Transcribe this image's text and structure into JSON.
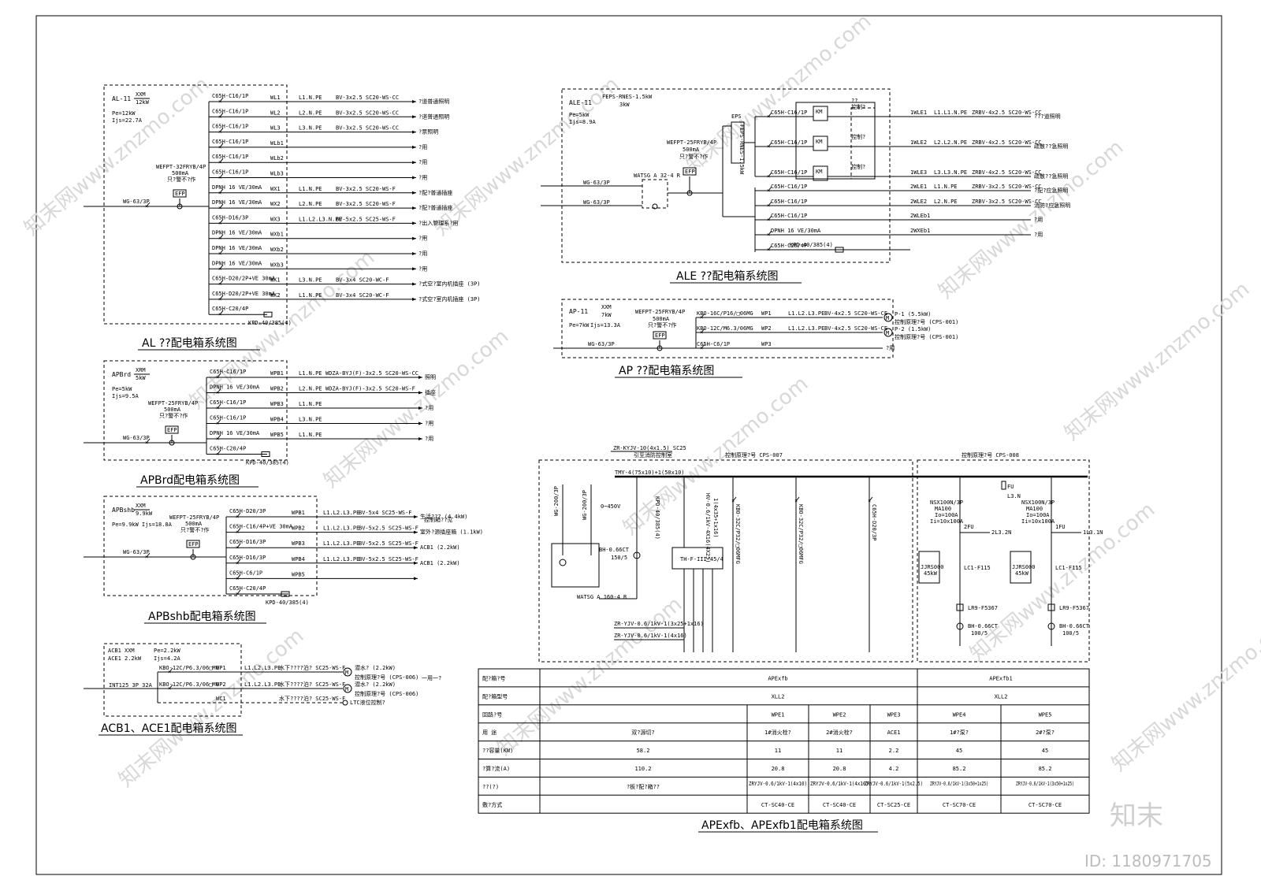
{
  "al": {
    "name": "AL-11",
    "cab": "XXM",
    "cab_p": "12kW",
    "pe": "Pe=12kW",
    "ijs": "Ijs=22.7A",
    "main_sw": "WG-63/3P",
    "rcd1": "WEFPT-32FRYB/4P",
    "rcd2": "500mA",
    "rcd3": "只?警不?作",
    "efp": "EFP",
    "rows": [
      {
        "brk": "C65H-C16/1P",
        "id": "WL1",
        "ph": "L1.N.PE",
        "cab": "BV-3x2.5  SC20-WS-CC",
        "use": "?道普通照明"
      },
      {
        "brk": "C65H-C16/1P",
        "id": "WL2",
        "ph": "L2.N.PE",
        "cab": "BV-3x2.5  SC20-WS-CC",
        "use": "?道普通照明"
      },
      {
        "brk": "C65H-C16/1P",
        "id": "WL3",
        "ph": "L3.N.PE",
        "cab": "BV-3x2.5  SC20-WS-CC",
        "use": "?票照明"
      },
      {
        "brk": "C65H-C16/1P",
        "id": "WLb1",
        "ph": "",
        "cab": "",
        "use": "?用"
      },
      {
        "brk": "C65H-C16/1P",
        "id": "WLb2",
        "ph": "",
        "cab": "",
        "use": "?用"
      },
      {
        "brk": "C65H-C16/1P",
        "id": "WLb3",
        "ph": "",
        "cab": "",
        "use": "?用"
      },
      {
        "brk": "DPNH 16 VE/30mA",
        "id": "WX1",
        "ph": "L1.N.PE",
        "cab": "BV-3x2.5  SC20-WS-F",
        "use": "?配?普通插座"
      },
      {
        "brk": "DPNH 16 VE/30mA",
        "id": "WX2",
        "ph": "L2.N.PE",
        "cab": "BV-3x2.5  SC20-WS-F",
        "use": "?配?普通插座"
      },
      {
        "brk": "C65H-D16/3P",
        "id": "WX3",
        "ph": "L1.L2.L3.N.PE",
        "cab": "BV-5x2.5  SC25-WS-F",
        "use": "?出入管理系?用"
      },
      {
        "brk": "DPNH 16 VE/30mA",
        "id": "WXb1",
        "ph": "",
        "cab": "",
        "use": "?用"
      },
      {
        "brk": "DPNH 16 VE/30mA",
        "id": "WXb2",
        "ph": "",
        "cab": "",
        "use": "?用"
      },
      {
        "brk": "DPNH 16 VE/30mA",
        "id": "WXb3",
        "ph": "",
        "cab": "",
        "use": "?用"
      },
      {
        "brk": "C65H-D20/2P+VE 30mA",
        "id": "WK1",
        "ph": "L3.N.PE",
        "cab": "BV-3x4  SC20-WC-F",
        "use": "?式空?室内机插座 (3P)"
      },
      {
        "brk": "C65H-D20/2P+VE 30mA",
        "id": "WK2",
        "ph": "L1.N.PE",
        "cab": "BV-3x4  SC20-WC-F",
        "use": "?式空?室内机插座 (3P)"
      },
      {
        "brk": "C65H-C20/4P",
        "id": "",
        "ph": "",
        "cab": "",
        "use": ""
      }
    ],
    "kpd": "KPD-40/385(4)",
    "title": "AL  ??配电箱系统图"
  },
  "apbrd": {
    "name": "APBrd",
    "cab": "XRM",
    "cab_p": "5kW",
    "pe": "Pe=5kW",
    "ijs": "Ijs=9.5A",
    "main_sw": "WG-63/3P",
    "rcd1": "WEFPT-25FRYB/4P",
    "rcd2": "500mA",
    "rcd3": "只?警不?作",
    "efp": "EFP",
    "rows": [
      {
        "brk": "C65H-C16/1P",
        "id": "WPB1",
        "ph": "L1.N.PE",
        "cab": "WDZA-BYJ(F)-3x2.5  SC20-WS-CC",
        "use": "照明"
      },
      {
        "brk": "DPNH 16 VE/30mA",
        "id": "WPB2",
        "ph": "L2.N.PE",
        "cab": "WDZA-BYJ(F)-3x2.5  SC20-WS-F",
        "use": "插座"
      },
      {
        "brk": "C65H-C16/1P",
        "id": "WPB3",
        "ph": "L1.N.PE",
        "cab": "",
        "use": "?用"
      },
      {
        "brk": "C65H-C16/1P",
        "id": "WPB4",
        "ph": "L3.N.PE",
        "cab": "",
        "use": "?用"
      },
      {
        "brk": "DPNH 16 VE/30mA",
        "id": "WPB5",
        "ph": "L1.N.PE",
        "cab": "",
        "use": "?用"
      },
      {
        "brk": "C65H-C20/4P",
        "id": "",
        "ph": "",
        "cab": "",
        "use": ""
      }
    ],
    "kpd": "KPD-40/385(4)",
    "title": "APBrd配电箱系统图"
  },
  "apbshb": {
    "name": "APBshb",
    "cab": "XXM",
    "cab_p": "9.9kW",
    "pe": "Pe=9.9kW  Ijs=18.8A",
    "main_sw": "WG-63/3P",
    "rcd1": "WEFPT-25FRYB/4P",
    "rcd2": "500mA",
    "rcd3": "只?警不?作",
    "efp": "EFP",
    "rows": [
      {
        "brk": "C65H-D20/3P",
        "id": "WPB1",
        "ph": "L1.L2.L3.PE",
        "cab": "BV-5x4  SC25-WS-F",
        "use": "生活??? (4.4kW)"
      },
      {
        "brk": "C65H-C16/4P+VE 30mA",
        "id": "WPB2",
        "ph": "L1.L2.L3.PE",
        "cab": "BV-5x2.5  SC25-WS-F",
        "use": "室外?源插座箱 (1.1kW)"
      },
      {
        "brk": "C65H-D16/3P",
        "id": "WPB3",
        "ph": "L1.L2.L3.PE",
        "cab": "BV-5x2.5  SC25-WS-F",
        "use": "ACB1 (2.2kW)"
      },
      {
        "brk": "C65H-D16/3P",
        "id": "WPB4",
        "ph": "L1.L2.L3.PE",
        "cab": "BV-5x2.5  SC25-WS-F",
        "use": "ACB1 (2.2kW)"
      },
      {
        "brk": "C65H-C6/1P",
        "id": "WPB5",
        "ph": "",
        "cab": "",
        "use": ""
      },
      {
        "brk": "C65H-C20/4P",
        "id": "",
        "ph": "",
        "cab": "",
        "use": ""
      }
    ],
    "kpd": "KPD-40/385(4)",
    "note": "控制箱??见",
    "title": "APBshb配电箱系统图"
  },
  "acb1": {
    "name1": "ACB1",
    "name2": "ACE1",
    "cab": "XXM",
    "cab_p": "2.2kW",
    "pe": "Pe=2.2kW",
    "ijs": "Ijs=4.2A",
    "main_sw": "INT125 3P 32A",
    "rows": [
      {
        "brk": "KBO-12C/P6.3/06□MG",
        "id": "WP1",
        "ph": "L1.L2.L3.PE",
        "cab": "水下????泊? SC25-WS-F",
        "use": "潜水? (2.2kW)"
      },
      {
        "brk": "KBO-12C/P6.3/06□MG",
        "id": "WP2",
        "ph": "L1.L2.L3.PE",
        "cab": "水下????泊? SC25-WS-F",
        "use": "潜水? (2.2kW)"
      },
      {
        "brk": "",
        "id": "WC1",
        "ph": "",
        "cab": "水下????泊? SC25-WS-F",
        "use": "LTC液位控制?"
      }
    ],
    "note1": "控制原理?号 (CPS-006)",
    "note2": "控制原理?号 (CPS-006)",
    "brace": "一用一?",
    "title": "ACB1、ACE1配电箱系统图"
  },
  "ale": {
    "name": "ALE-11",
    "cab": "FEPS-RNES-1.5kW",
    "cab_p": "3kW",
    "pe": "Pe=5kW",
    "ijs": "Ijs=8.9A",
    "rcd1": "WEFPT-25FRYB/4P",
    "rcd2": "500mA",
    "rcd3": "只?警不?作",
    "efp": "EFP",
    "sw1": "WG-63/3P",
    "sw2": "WG-63/3P",
    "ats": "WATSG A 32-4 R",
    "eps": "EPS",
    "eps_model": "FEPS-RNES-1.5kW",
    "km": "KM",
    "ctl": "控制?",
    "ctl2": "??",
    "rows": [
      {
        "brk": "C65H-C16/1P",
        "id": "1WLE1",
        "ph": "L1.L1.N.PE",
        "cab": "ZRBV-4x2.5  SC20-WS-CC",
        "use": "???道照明"
      },
      {
        "brk": "C65H-C16/1P",
        "id": "1WLE2",
        "ph": "L2.L2.N.PE",
        "cab": "ZRBV-4x2.5  SC20-WS-CC",
        "use": "疏散??急照明"
      },
      {
        "brk": "C65H-C16/1P",
        "id": "1WLE3",
        "ph": "L3.L3.N.PE",
        "cab": "ZRBV-4x2.5  SC20-WS-CC",
        "use": "疏散??急照明"
      },
      {
        "brk": "C65H-C16/1P",
        "id": "2WLE1",
        "ph": "L1.N.PE",
        "cab": "ZRBV-3x2.5  SC20-WS-CC",
        "use": "?配?应急照明"
      },
      {
        "brk": "C65H-C16/1P",
        "id": "2WLE2",
        "ph": "L2.N.PE",
        "cab": "ZRBV-3x2.5  SC20-WS-CC",
        "use": "消防?应急照明"
      },
      {
        "brk": "C65H-C16/1P",
        "id": "2WLEb1",
        "ph": "",
        "cab": "",
        "use": "?用"
      },
      {
        "brk": "DPNH 16 VE/30mA",
        "id": "2WXEb1",
        "ph": "",
        "cab": "",
        "use": "?用"
      },
      {
        "brk": "C65H-C20/4P",
        "id": "",
        "ph": "",
        "cab": "",
        "use": ""
      }
    ],
    "kpd": "KPD-40/385(4)",
    "title": "ALE  ??配电箱系统图"
  },
  "ap": {
    "name": "AP-11",
    "cab": "XXM",
    "cab_p": "7kW",
    "pe": "Pe=7kW",
    "ijs": "Ijs=13.3A",
    "main_sw": "WG-63/3P",
    "rcd1": "WEFPT-25FRYB/4P",
    "rcd2": "500mA",
    "rcd3": "只?警不?作",
    "efp": "EFP",
    "rows": [
      {
        "brk": "KBO-16C/P16/□06MG",
        "id": "WP1",
        "ph": "L1.L2.L3.PE",
        "cab": "BV-4x2.5  SC20-WS-CE",
        "use": "P-1 (5.5kW)"
      },
      {
        "brk": "KBO-12C/M6.3/06MG",
        "id": "WP2",
        "ph": "L1.L2.L3.PE",
        "cab": "BV-4x2.5  SC20-WS-CE",
        "use": "P-2 (1.5kW)"
      },
      {
        "brk": "C65H-C6/1P",
        "id": "WP3",
        "ph": "",
        "cab": "",
        "use": "?用"
      }
    ],
    "note1": "控制原理?号 (CPS-001)",
    "note2": "控制原理?号 (CPS-001)",
    "title": "AP  ??配电箱系统图"
  },
  "apexfb": {
    "cable_top": "ZR-KYJV-10(4x1.5)  SC25",
    "cable_top2": "引至消防控制室",
    "bus": "TMY-4(75x10)+1(50x10)",
    "ctl_l": "控制原理?号 CPS-007",
    "ctl_r": "控制原理?号 CPS-008",
    "wg1": "WG-200/3P",
    "wg2": "WG-200/3P",
    "v": "0~450V",
    "ct": "BH-0.66CT",
    "ct2": "150/5",
    "ats": "WATSG A 160-4 R",
    "zr1": "ZR-YJV-0.6/1kV-1(3x25+1x16)",
    "zr2": "ZR-YJV-0.6/1kV-1(4x16)",
    "ksb": "KPD-40/385(4)",
    "hv": "HV-0.6/1kV-4X16(4X25)",
    "ksb2": "1(4x35+1x16)",
    "th": "TH-F-III-45/4",
    "kbo1": "KBO-32C/P32/□06MFG",
    "kbo2": "KBO-32C/P32/□06MFG",
    "c65": "C65H-D20/3P",
    "nsx1": "NSX100N/3P",
    "nsx1b": "MA100",
    "nsx1c": "Io=100A",
    "nsx1d": "Ii=10x100A",
    "nsx2": "NSX100N/3P",
    "nsx2b": "MA100",
    "nsx2c": "Io=100A",
    "nsx2d": "Ii=10x100A",
    "fu": "FU",
    "l3n": "L3.N",
    "f2u": "2FU",
    "f1u": "1FU",
    "l32n": "2L3.2N",
    "l31n": "1L3.1N",
    "jjr1": "JJRS000",
    "jjr1b": "45kW",
    "jjr2": "JJRS000",
    "jjr2b": "45kW",
    "lc1": "LC1-F115",
    "lc2": "LC1-F115",
    "lr1": "LR9-F5367",
    "lr2": "LR9-F5367",
    "bh1": "BH-0.66CT",
    "bh1b": "100/5",
    "bh2": "BH-0.66CT",
    "bh2b": "100/5",
    "title": "APExfb、APExfb1配电箱系统图"
  },
  "table": {
    "rows": [
      {
        "label": "配?箱?号",
        "cells": [
          "APExfb",
          "",
          "",
          "",
          "APExfb1",
          ""
        ]
      },
      {
        "label": "配?箱型号",
        "cells": [
          "XLL2",
          "",
          "",
          "",
          "XLL2",
          ""
        ]
      },
      {
        "label": "回路?号",
        "cells": [
          "",
          "WPE1",
          "WPE2",
          "WPE3",
          "WPE4",
          "WPE5"
        ]
      },
      {
        "label": "用  途",
        "cells": [
          "双?源切?",
          "1#消火栓?",
          "2#消火栓?",
          "ACE1",
          "1#?泵?",
          "2#?泵?"
        ]
      },
      {
        "label": "??容量(KW)",
        "cells": [
          "58.2",
          "11",
          "11",
          "2.2",
          "45",
          "45"
        ]
      },
      {
        "label": "?算?流(A)",
        "cells": [
          "110.2",
          "20.8",
          "20.8",
          "4.2",
          "85.2",
          "85.2"
        ]
      },
      {
        "label": "??(?)",
        "cells": [
          "?板?配?箱??",
          "ZRYJV-0.6/1kV-1(4x10)",
          "ZRYJV-0.6/1kV-1(4x10)",
          "ZRYJV-0.6/1kV-1(5x2.5)",
          "ZRYJV-0.6/1kV-1(3x50+1x25)",
          "ZRYJV-0.6/1kV-1(3x50+1x25)"
        ]
      },
      {
        "label": "敷?方式",
        "cells": [
          "",
          "CT-SC40-CE",
          "CT-SC40-CE",
          "CT-SC25-CE",
          "CT-SC70-CE",
          "CT-SC70-CE"
        ]
      }
    ]
  },
  "brand": "知末",
  "id_text": "ID: 1180971705",
  "watermark": "知末网www.znzmo.com"
}
